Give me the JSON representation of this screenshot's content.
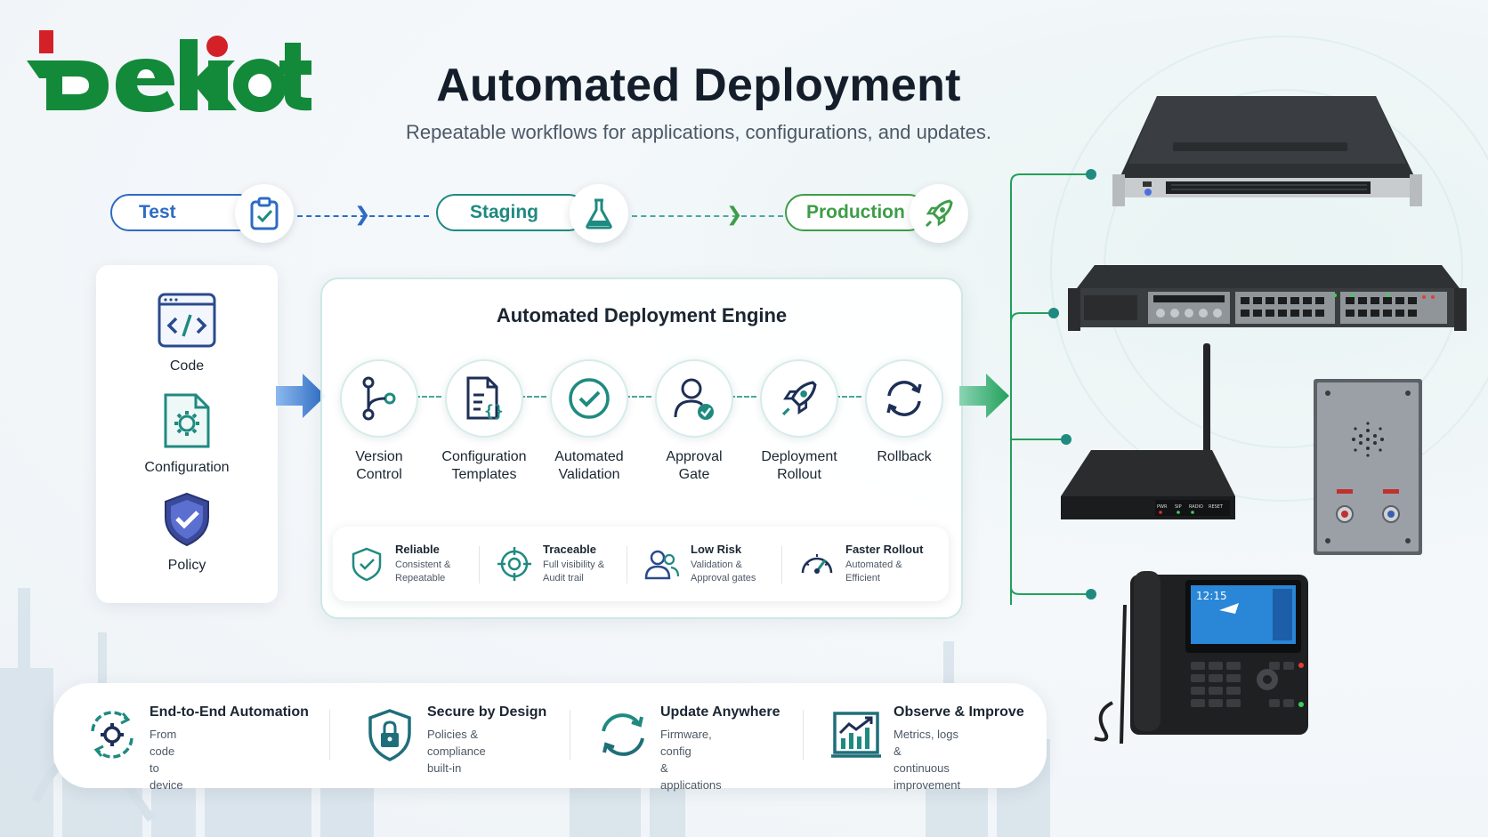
{
  "brand": {
    "logo_text": "bekiot",
    "red": "#d42027",
    "green": "#138a3a"
  },
  "header": {
    "title": "Automated Deployment",
    "subtitle": "Repeatable workflows for applications, configurations, and updates."
  },
  "stages": [
    {
      "label": "Test",
      "icon": "clipboard-check-icon",
      "color": "#2e6bc4"
    },
    {
      "label": "Staging",
      "icon": "flask-icon",
      "color": "#1f8a80"
    },
    {
      "label": "Production",
      "icon": "rocket-icon",
      "color": "#3e9d48"
    }
  ],
  "sources": [
    {
      "label": "Code",
      "icon": "code-icon"
    },
    {
      "label": "Configuration",
      "icon": "config-file-icon"
    },
    {
      "label": "Policy",
      "icon": "shield-check-icon"
    }
  ],
  "engine": {
    "title": "Automated Deployment Engine",
    "steps": [
      {
        "label": "Version\nControl",
        "icon": "branch-icon"
      },
      {
        "label": "Configuration\nTemplates",
        "icon": "template-icon"
      },
      {
        "label": "Automated\nValidation",
        "icon": "check-circle-icon"
      },
      {
        "label": "Approval\nGate",
        "icon": "user-check-icon"
      },
      {
        "label": "Deployment\nRollout",
        "icon": "rocket-icon"
      },
      {
        "label": "Rollback",
        "icon": "rollback-icon"
      }
    ],
    "benefits": [
      {
        "title": "Reliable",
        "desc": "Consistent &\nRepeatable",
        "icon": "shield-check-icon"
      },
      {
        "title": "Traceable",
        "desc": "Full visibility &\nAudit trail",
        "icon": "target-icon"
      },
      {
        "title": "Low Risk",
        "desc": "Validation &\nApproval gates",
        "icon": "users-icon"
      },
      {
        "title": "Faster Rollout",
        "desc": "Automated &\nEfficient",
        "icon": "gauge-icon"
      }
    ]
  },
  "devices": [
    {
      "name": "rack-server",
      "icon": "server-icon"
    },
    {
      "name": "gateway-rack",
      "icon": "network-rack-icon"
    },
    {
      "name": "wireless-gateway",
      "icon": "router-icon",
      "labels": [
        "PWR",
        "SIP",
        "RADIO",
        "RESET"
      ]
    },
    {
      "name": "intercom-panel",
      "icon": "intercom-icon"
    },
    {
      "name": "ip-phone",
      "icon": "phone-icon",
      "screen_time": "12:15"
    }
  ],
  "features": [
    {
      "title": "End-to-End Automation",
      "desc": "From code to device",
      "icon": "gear-cycle-icon"
    },
    {
      "title": "Secure by Design",
      "desc": "Policies & compliance\nbuilt-in",
      "icon": "lock-shield-icon"
    },
    {
      "title": "Update Anywhere",
      "desc": "Firmware, config\n& applications",
      "icon": "sync-icon"
    },
    {
      "title": "Observe & Improve",
      "desc": "Metrics, logs &\ncontinuous improvement",
      "icon": "chart-up-icon"
    }
  ],
  "colors": {
    "teal": "#1f8a80",
    "teal_light": "#4aa89e",
    "blue": "#2e6bc4",
    "green": "#3e9d48",
    "navy": "#1d2f56"
  }
}
